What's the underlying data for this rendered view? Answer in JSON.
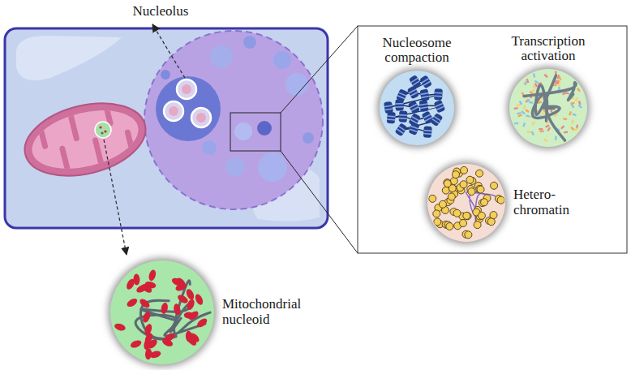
{
  "diagram": {
    "nodes": [
      {
        "text": [
          "Nucleosome compaction"
        ]
      },
      {
        "text": [
          "Transcription activation"
        ]
      },
      {
        "text": [
          "Hetero- chromatin"
        ]
      },
      {
        "text": [
          "Mitochondrial nucleoid"
        ]
      }
    ],
    "labels": [
      "Nucleolus"
    ]
  }
}
